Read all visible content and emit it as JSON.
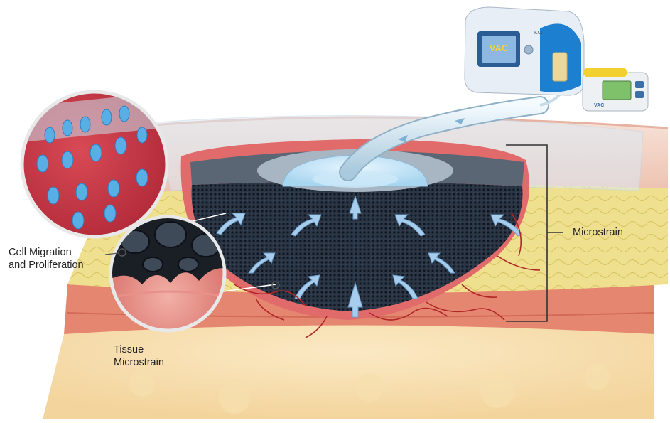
{
  "labels": {
    "cell_migration": [
      "Cell Migration",
      "and Proliferation"
    ],
    "tissue_microstrain": [
      "Tissue",
      "Microstrain"
    ],
    "microstrain": "Microstrain"
  },
  "device": {
    "pump_screen_text": "VAC",
    "pump_brand_text": "KCI",
    "remote_unit_text": "VAC"
  },
  "colors": {
    "skin": "#f2d2c4",
    "dermis": "#e8a08c",
    "fat_yellow": "#eedd88",
    "muscle": "#e47a66",
    "foam": "#2d3a4a",
    "drape": "#cfe4f2",
    "tube": "#d8eaf4",
    "arrow": "#9ec8ee",
    "vessel": "#b52a2a",
    "deep_fat": "#f5e1b8"
  }
}
